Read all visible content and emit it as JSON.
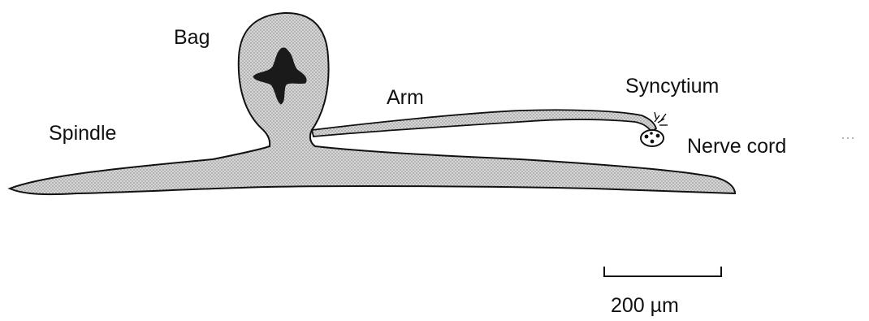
{
  "labels": {
    "bag": "Bag",
    "arm": "Arm",
    "syncytium": "Syncytium",
    "spindle": "Spindle",
    "nerve_cord": "Nerve cord"
  },
  "scale_bar": {
    "label": "200 µm"
  },
  "colors": {
    "cell_fill": "#cfcfcf",
    "outline": "#111111",
    "nucleus": "#1a1a1a"
  }
}
